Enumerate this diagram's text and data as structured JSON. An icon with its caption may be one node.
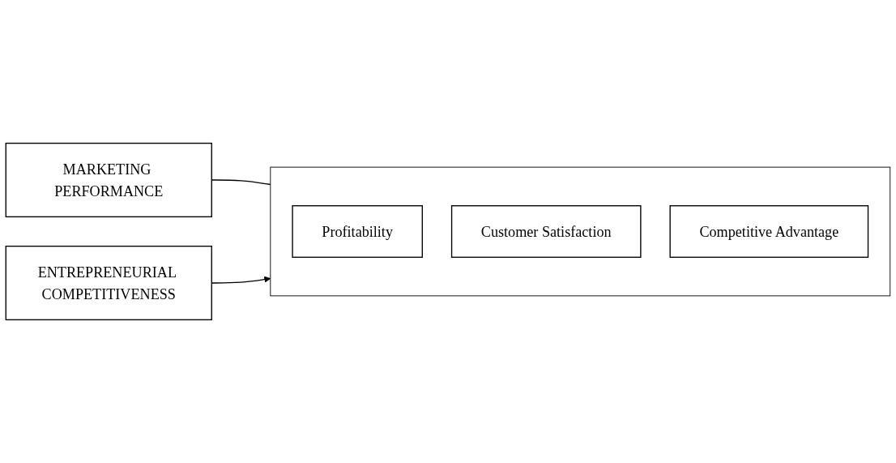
{
  "diagram": {
    "nodes": [
      {
        "text": [
          "MARKETING PERFORMANCE"
        ]
      },
      {
        "text": [],
        "shape": "box"
      },
      {
        "text": [
          "Profitability"
        ],
        "in": 1
      },
      {
        "text": [
          "Customer Satisfaction"
        ],
        "in": 1
      },
      {
        "text": [
          "Competitive Advantage"
        ],
        "in": 1
      },
      {
        "text": [
          "ENTREPRENEURIAL COMPETITIVENESS"
        ]
      }
    ],
    "edges": [
      {
        "from": 0,
        "to": 1,
        "arrow": "none"
      },
      {
        "from": 5,
        "to": 1,
        "arrow": "to"
      }
    ]
  }
}
